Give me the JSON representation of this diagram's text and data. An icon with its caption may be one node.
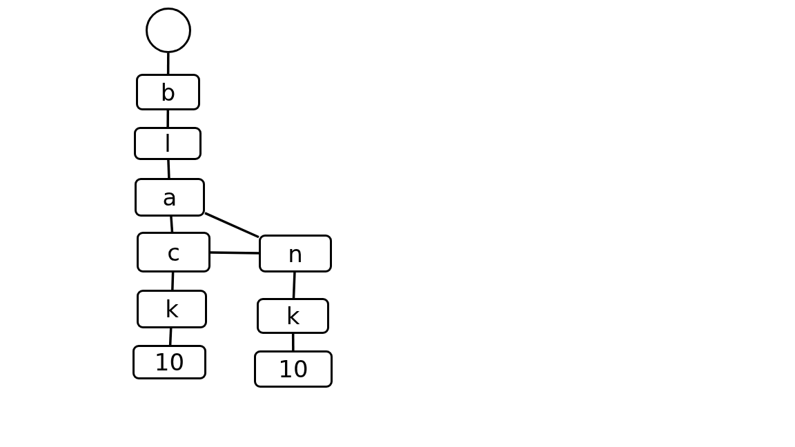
{
  "diagram": {
    "nodes": [
      {
        "text": [],
        "shape": "circle"
      },
      {
        "text": [
          "b"
        ]
      },
      {
        "text": [
          "l"
        ]
      },
      {
        "text": [
          "a"
        ]
      },
      {
        "text": [
          "c"
        ]
      },
      {
        "text": [
          "k"
        ]
      },
      {
        "text": [
          "10"
        ]
      },
      {
        "text": [
          "n"
        ]
      },
      {
        "text": [
          "k"
        ]
      },
      {
        "text": [
          "10"
        ]
      }
    ],
    "edges": [
      {
        "from": 0,
        "to": 1,
        "arrow": "none"
      },
      {
        "from": 1,
        "to": 2,
        "arrow": "none"
      },
      {
        "from": 2,
        "to": 3,
        "arrow": "none"
      },
      {
        "from": 3,
        "to": 4,
        "arrow": "none"
      },
      {
        "from": 3,
        "to": 7,
        "arrow": "none"
      },
      {
        "from": 4,
        "to": 7,
        "arrow": "none"
      },
      {
        "from": 4,
        "to": 5,
        "arrow": "none"
      },
      {
        "from": 5,
        "to": 6,
        "arrow": "none"
      },
      {
        "from": 7,
        "to": 8,
        "arrow": "none"
      },
      {
        "from": 8,
        "to": 9,
        "arrow": "none"
      }
    ]
  }
}
